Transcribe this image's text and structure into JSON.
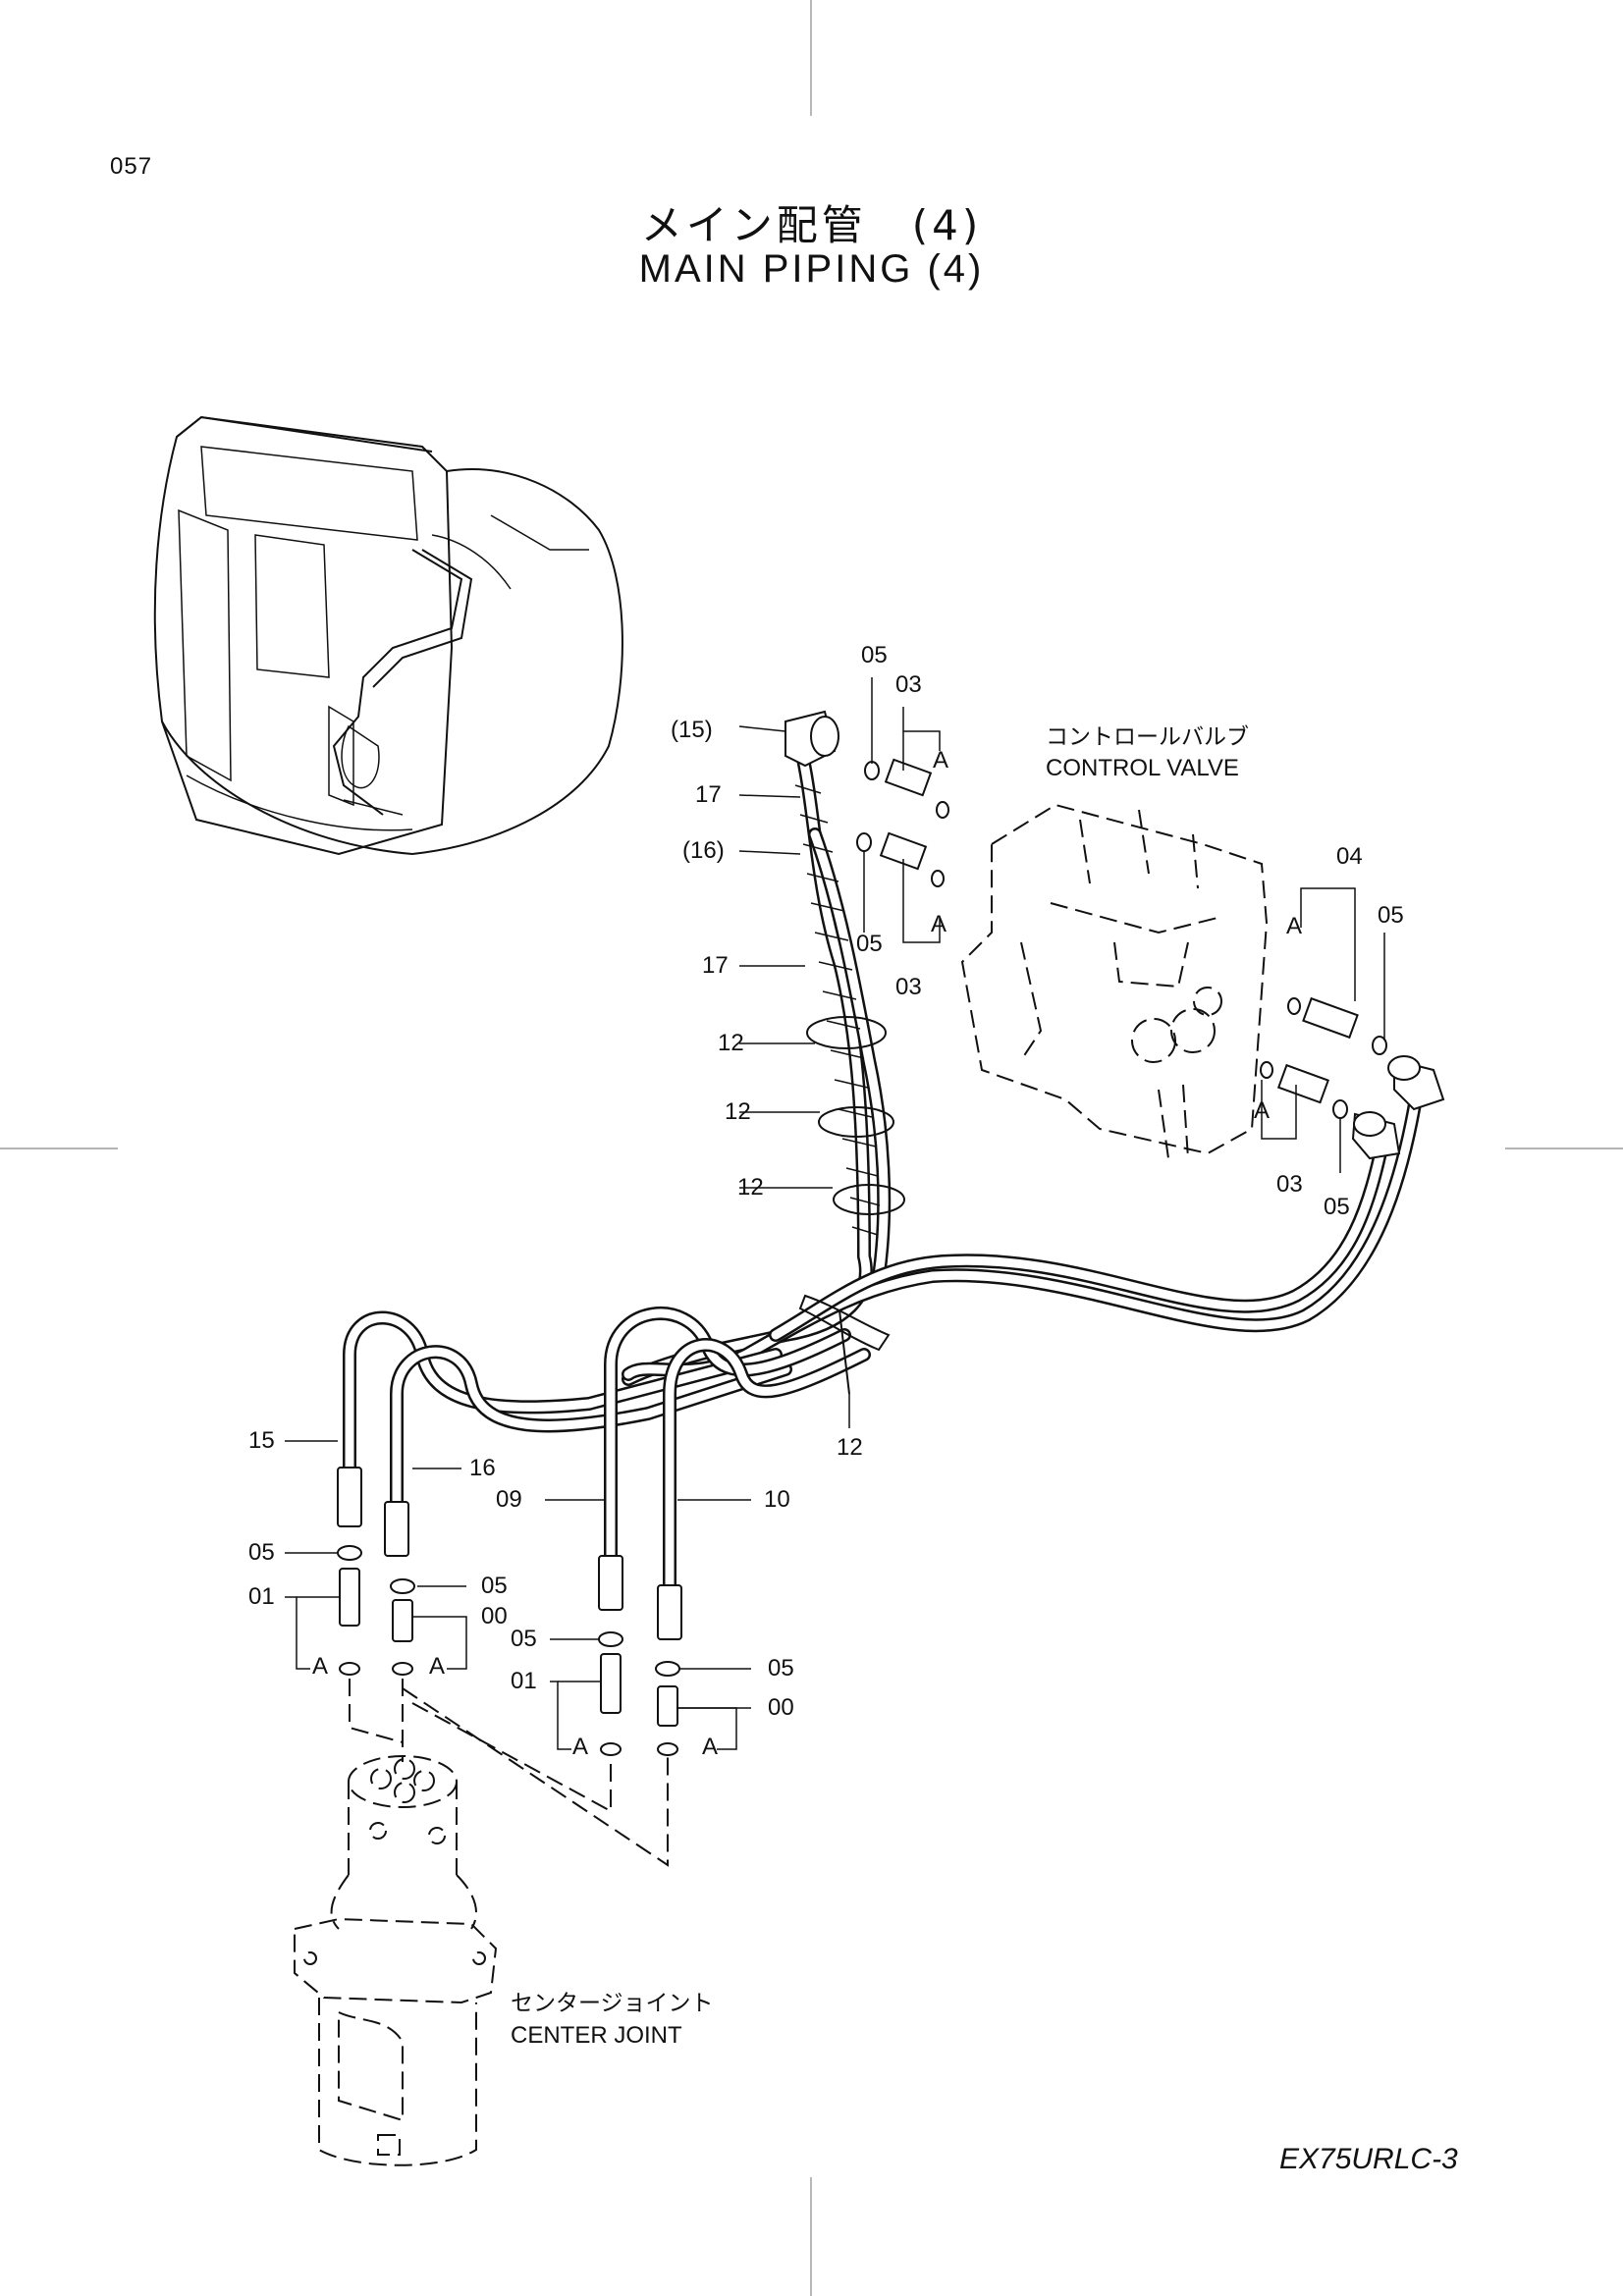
{
  "page_number": "057",
  "title_jp": "メイン配管　(4)",
  "title_en": "MAIN  PIPING  (4)",
  "model_code": "EX75URLC-3",
  "assemblies": {
    "control_valve_jp": "コントロールバルブ",
    "control_valve_en": "CONTROL   VALVE",
    "center_joint_jp": "センタージョイント",
    "center_joint_en": "CENTER   JOINT"
  },
  "callouts": {
    "c05_top": "05",
    "c03_top": "03",
    "a_top1": "A",
    "c15_paren": "(15)",
    "c17_top": "17",
    "c16_paren": "(16)",
    "c05_mid": "05",
    "a_top2": "A",
    "c03_mid": "03",
    "c17_mid": "17",
    "c12_a": "12",
    "c12_b": "12",
    "c12_c": "12",
    "c04": "04",
    "a_right": "A",
    "c05_right": "05",
    "a_right_low": "A",
    "c03_right": "03",
    "c05_right_low": "05",
    "c12_bottom": "12",
    "c15": "15",
    "c16": "16",
    "c09": "09",
    "c10": "10",
    "c05_left": "05",
    "c01_left": "01",
    "a_left1": "A",
    "c05_left2": "05",
    "c00_left": "00",
    "a_left2": "A",
    "c05_center": "05",
    "c01_center": "01",
    "a_center1": "A",
    "c05_center2": "05",
    "c00_center": "00",
    "a_center2": "A"
  }
}
